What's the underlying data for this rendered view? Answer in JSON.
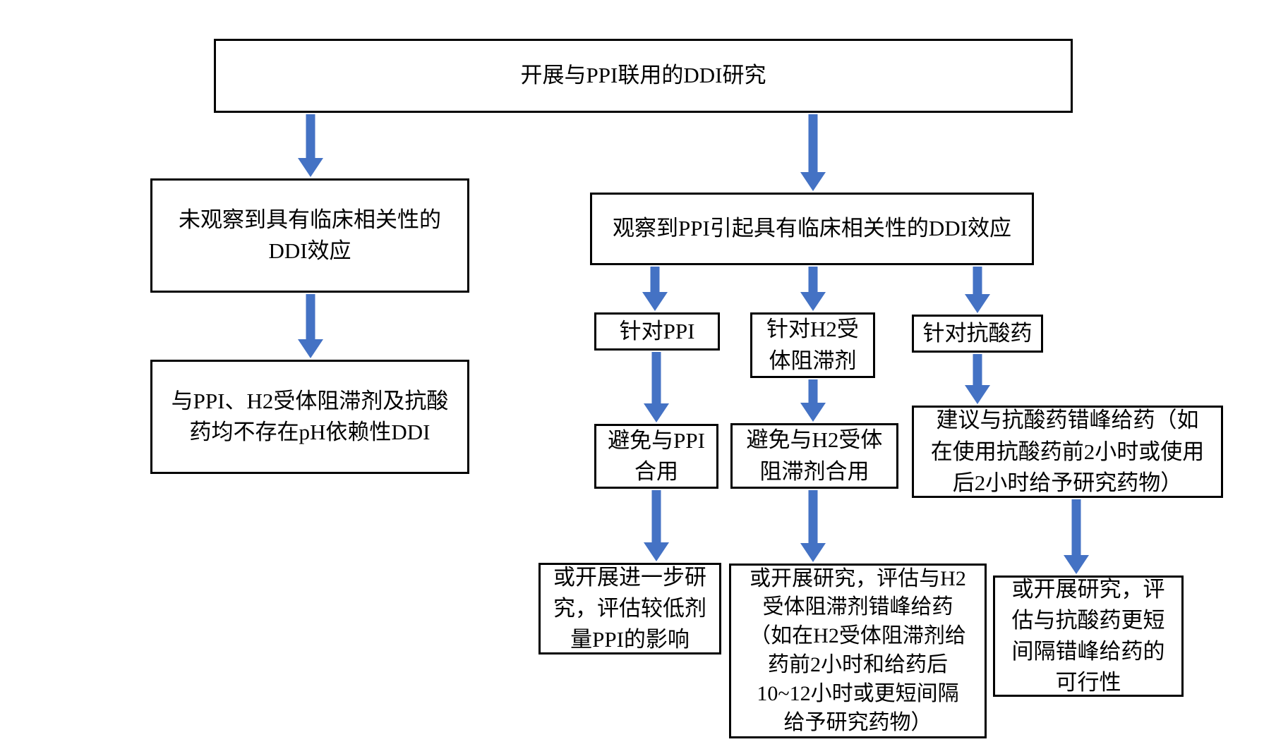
{
  "diagram": {
    "type": "flowchart",
    "language": "zh-CN",
    "colors": {
      "arrow": "#4472C4",
      "box_border": "#000000",
      "box_fill": "#FFFFFF",
      "text": "#000000",
      "background": "#FFFFFF"
    },
    "nodes": {
      "start": {
        "text": "开展与PPI联用的DDI研究"
      },
      "no_ddi": {
        "text": "未观察到具有临床相关性的\nDDI效应"
      },
      "no_ph_ddi": {
        "text": "与PPI、H2受体阻滞剂及抗酸\n药均不存在pH依赖性DDI"
      },
      "observed_ddi": {
        "text": "观察到PPI引起具有临床相关性的DDI效应"
      },
      "for_ppi": {
        "text": "针对PPI"
      },
      "for_h2": {
        "text": "针对H2受\n体阻滞剂"
      },
      "for_antacid": {
        "text": "针对抗酸药"
      },
      "avoid_ppi": {
        "text": "避免与PPI\n合用"
      },
      "avoid_h2": {
        "text": "避免与H2受体\n阻滞剂合用"
      },
      "antacid_stagger": {
        "text": "建议与抗酸药错峰给药（如\n在使用抗酸药前2小时或使用\n后2小时给予研究药物）"
      },
      "ppi_further_study": {
        "text": "或开展进一步研\n究，评估较低剂\n量PPI的影响"
      },
      "h2_study": {
        "text": "或开展研究，评估与H2\n受体阻滞剂错峰给药\n（如在H2受体阻滞剂给\n药前2小时和给药后\n10~12小时或更短间隔\n给予研究药物）"
      },
      "antacid_study": {
        "text": "或开展研究，评\n估与抗酸药更短\n间隔错峰给药的\n可行性"
      }
    }
  }
}
